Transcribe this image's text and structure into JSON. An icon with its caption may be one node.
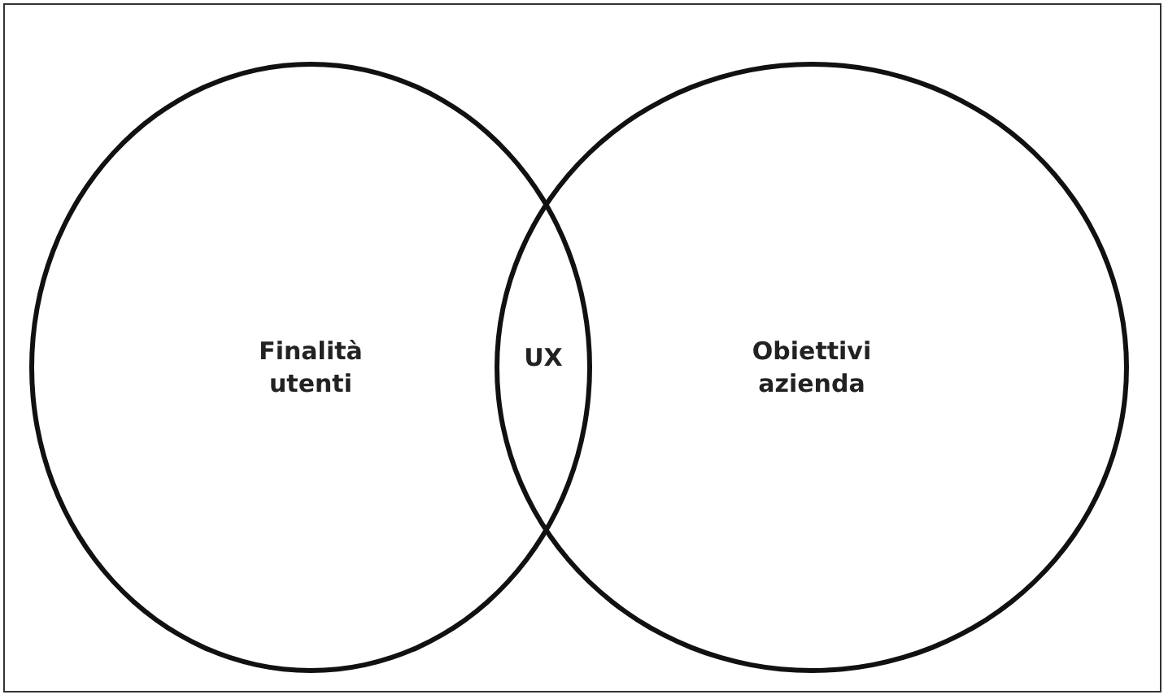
{
  "diagram": {
    "nodes": [
      {
        "text": [
          "Finalità utenti"
        ]
      },
      {
        "text": [
          "Obiettivi azienda"
        ]
      }
    ],
    "edges": [],
    "labels": [
      "UX"
    ]
  }
}
